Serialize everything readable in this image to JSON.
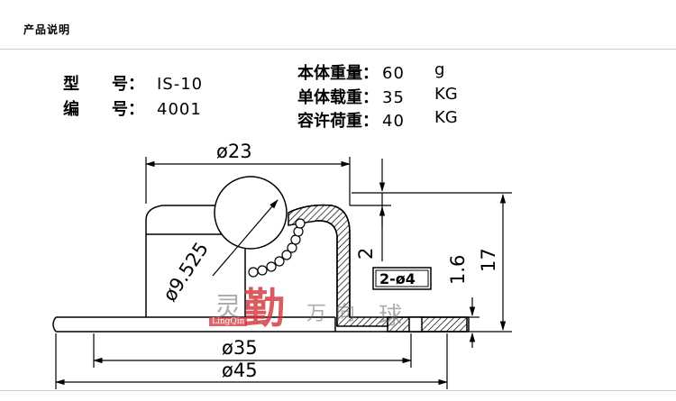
{
  "header": {
    "title": "产品说明"
  },
  "specs_left": [
    {
      "label": "型　　号：",
      "value": "IS-10"
    },
    {
      "label": "编　　号：",
      "value": "4001"
    }
  ],
  "specs_right": [
    {
      "label": "本体重量：",
      "value": "60",
      "unit": "g"
    },
    {
      "label": "单体载重：",
      "value": "35",
      "unit": "KG"
    },
    {
      "label": "容许荷重：",
      "value": "40",
      "unit": "KG"
    }
  ],
  "dimensions": {
    "top_width": "ø23",
    "ball": "ø9.525",
    "hole_height": "2",
    "flange_thickness": "1.6",
    "total_height": "17",
    "holes": "2-ø4",
    "hole_pitch": "ø35",
    "flange_width": "ø45"
  },
  "watermark": {
    "chars": [
      "灵",
      "勤",
      "万",
      "向",
      "球"
    ],
    "stamp": "LingQin"
  },
  "colors": {
    "line": "#000000",
    "watermark_red": "#d2343a",
    "watermark_gray": "#6b6b6b"
  }
}
